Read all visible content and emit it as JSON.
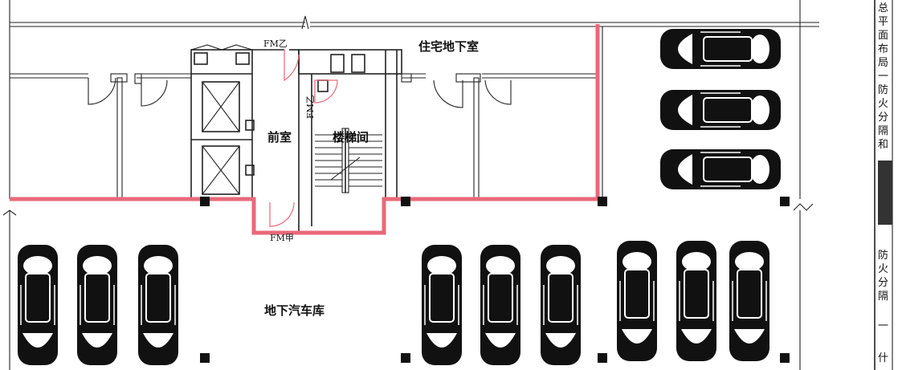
{
  "labels": {
    "basement": "住宅地下室",
    "anteroom": "前室",
    "stair": "楼梯间",
    "garage": "地下汽车库",
    "door_b": "FM乙",
    "door_b2": "FM乙",
    "door_a": "FM甲"
  },
  "side_strip": {
    "chars": [
      "总",
      "平",
      "面",
      "布",
      "局",
      "一",
      "防",
      "火",
      "分",
      "隔",
      "和"
    ],
    "lower_chars": [
      "防",
      "火",
      "分",
      "隔"
    ],
    "bottom_chars": [
      "一",
      "什"
    ]
  },
  "colors": {
    "fire_wall": "#e8697a",
    "lines": "#222222",
    "cars": "#111111"
  }
}
